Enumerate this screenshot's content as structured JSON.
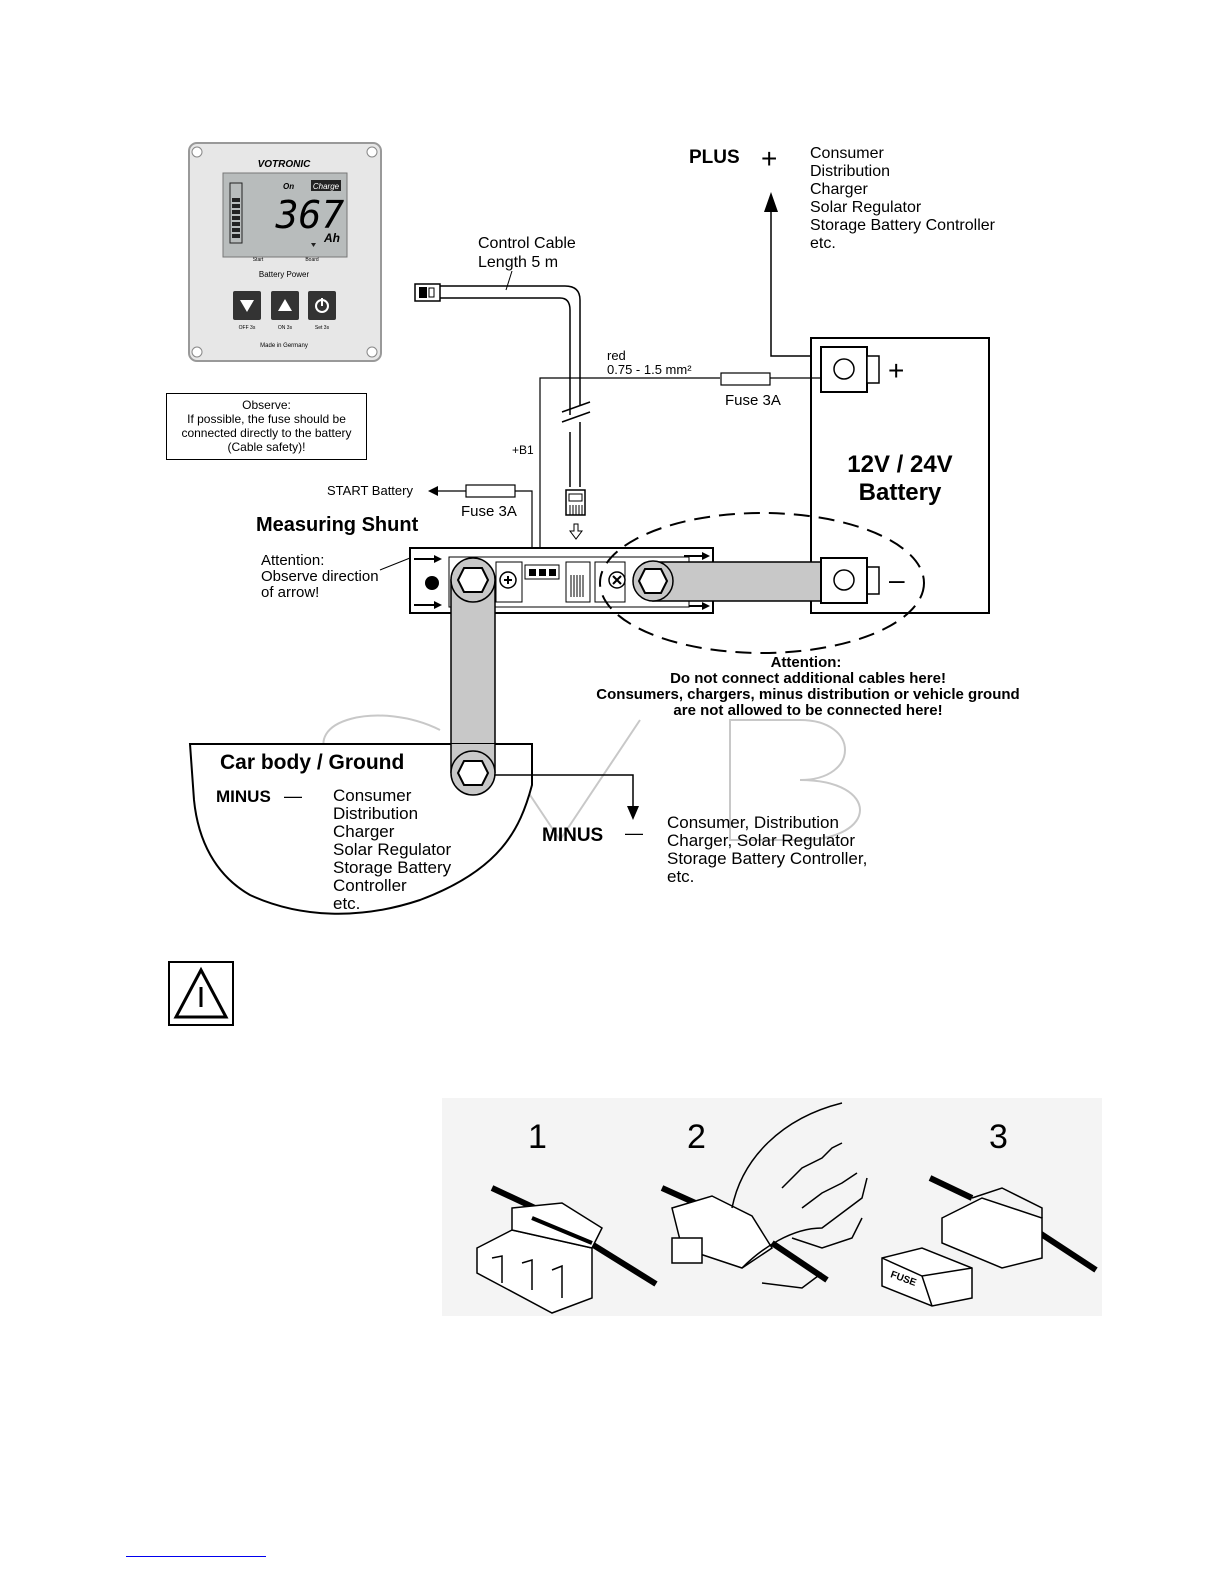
{
  "panel": {
    "brand": "VOTRONIC",
    "on_label": "On",
    "charge_label": "Charge",
    "value": "367",
    "unit": "Ah",
    "start_label": "Start",
    "board_label": "Board",
    "title": "Battery Power",
    "btn_off": "OFF 3s",
    "btn_on": "ON 3s",
    "btn_set": "Set 3s",
    "made_in": "Made in Germany"
  },
  "observe_note": {
    "line1": "Observe:",
    "line2": "If possible, the fuse should be",
    "line3": "connected directly to the battery",
    "line4": "(Cable safety)!"
  },
  "plus": {
    "label": "PLUS",
    "sign": "+",
    "consumers": [
      "Consumer",
      "Distribution",
      "Charger",
      "Solar Regulator",
      "Storage Battery Controller",
      "etc."
    ]
  },
  "control_cable": {
    "line1": "Control Cable",
    "line2": "Length 5 m"
  },
  "red_wire": {
    "line1": "red",
    "line2": "0.75 - 1.5 mm²"
  },
  "fuse_battery": "Fuse 3A",
  "b1_label": "+B1",
  "start_battery": "START Battery",
  "fuse_start": "Fuse 3A",
  "battery": {
    "line1": "12V / 24V",
    "line2": "Battery",
    "plus_sign": "+",
    "minus_sign": "–"
  },
  "shunt": {
    "title": "Measuring Shunt",
    "attention": [
      "Attention:",
      "Observe direction",
      "of arrow!"
    ]
  },
  "attention_main": [
    "Attention:",
    "Do not connect additional cables here!",
    "Consumers, chargers, minus distribution or vehicle ground",
    "are not allowed to be connected here!"
  ],
  "car_body": {
    "title": "Car body / Ground",
    "minus_label": "MINUS",
    "minus_sign": "—",
    "items": [
      "Consumer",
      "Distribution",
      "Charger",
      "Solar Regulator",
      "Storage Battery",
      "Controller",
      "etc."
    ]
  },
  "minus_right": {
    "label": "MINUS",
    "sign": "—",
    "items": [
      "Consumer, Distribution",
      "Charger, Solar Regulator",
      "Storage Battery Controller,",
      "etc."
    ]
  },
  "fuse_steps": [
    "1",
    "2",
    "3"
  ],
  "fuse_tag": "FUSE"
}
